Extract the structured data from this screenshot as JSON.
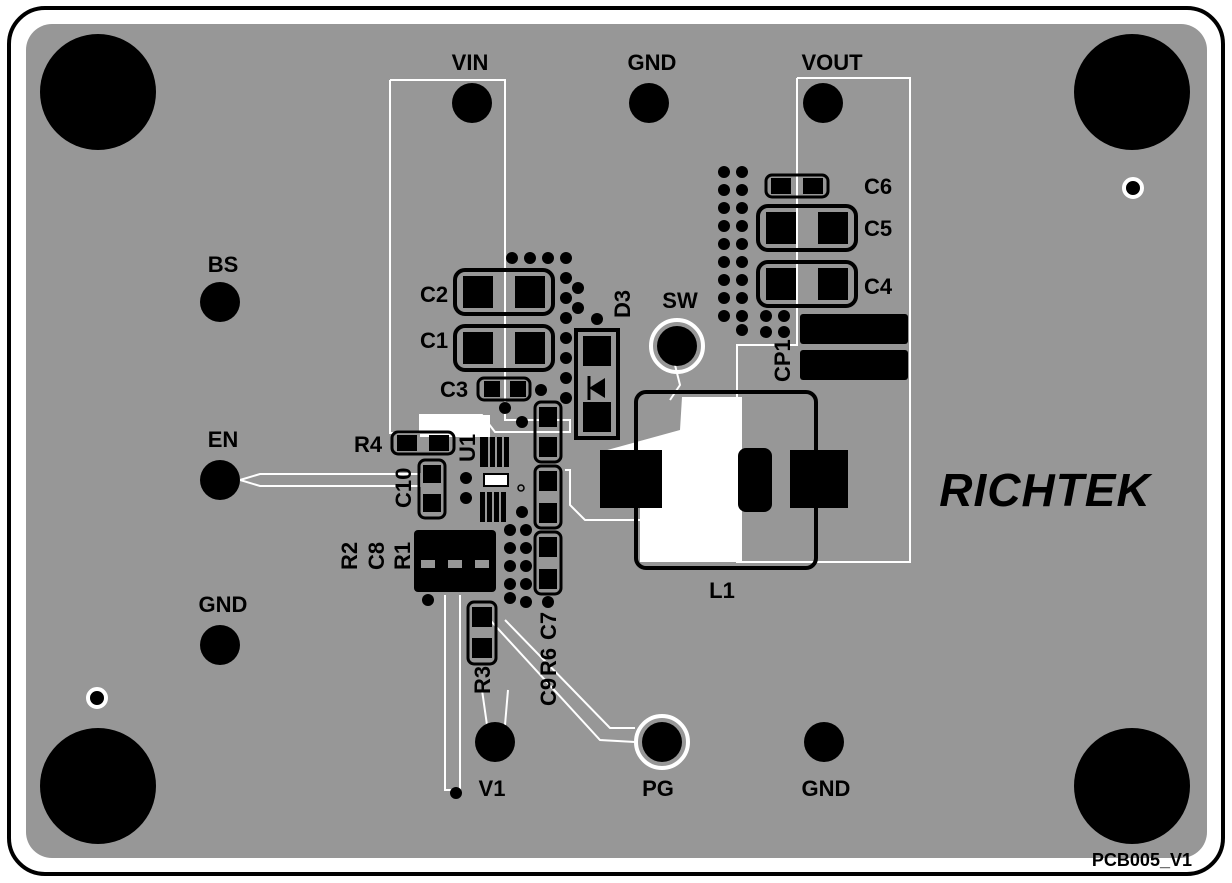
{
  "colors": {
    "board": "#979797",
    "copper_outline": "#ffffff",
    "pad": "#000000",
    "silkscreen": "#000000"
  },
  "connectors_top": {
    "vin": "VIN",
    "gnd": "GND",
    "vout": "VOUT"
  },
  "connectors_left": {
    "bs": "BS",
    "en": "EN",
    "gnd": "GND"
  },
  "connectors_bottom": {
    "v1": "V1",
    "pg": "PG",
    "gnd": "GND"
  },
  "switch_node": "SW",
  "components": {
    "c1": "C1",
    "c2": "C2",
    "c3": "C3",
    "c4": "C4",
    "c5": "C5",
    "c6": "C6",
    "c7": "C7",
    "c8": "C8",
    "c9": "C9",
    "c10": "C10",
    "cp1": "CP1",
    "d3": "D3",
    "l1": "L1",
    "r1": "R1",
    "r2": "R2",
    "r3": "R3",
    "r4": "R4",
    "r6": "R6",
    "u1": "U1"
  },
  "logo_text": "RICHTEK",
  "board_id": "PCB005_V1"
}
